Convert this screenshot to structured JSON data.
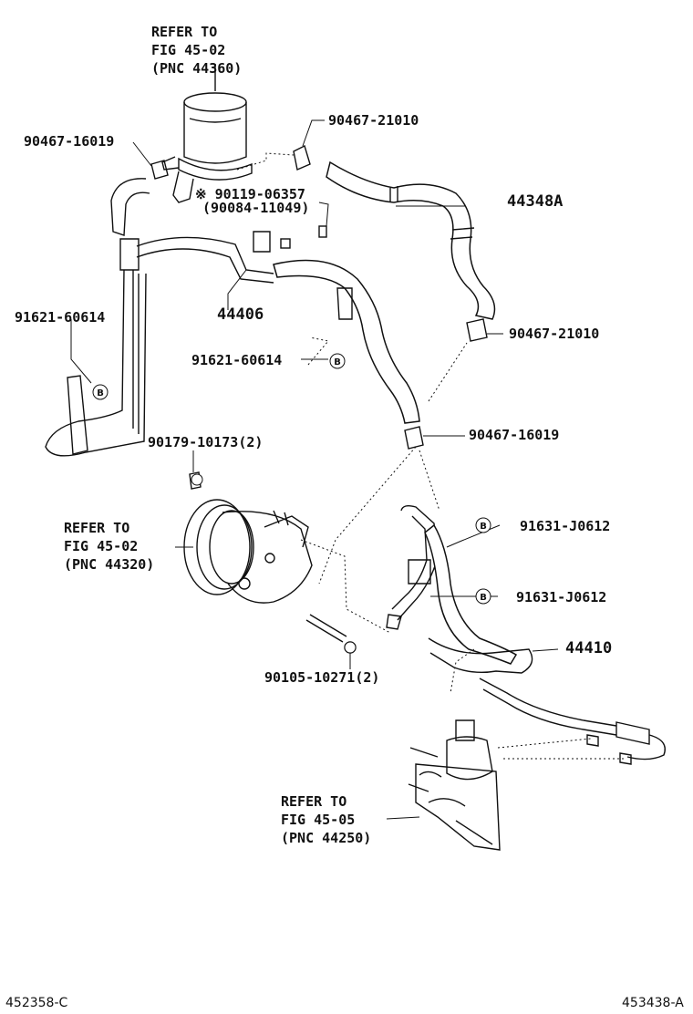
{
  "labels": {
    "reservoir_ref": [
      "REFER TO",
      "FIG 45-02",
      "(PNC 44360)"
    ],
    "pump_ref": [
      "REFER TO",
      "FIG 45-02",
      "(PNC 44320)"
    ],
    "gear_ref": [
      "REFER TO",
      "FIG 45-05",
      "(PNC 44250)"
    ],
    "clamp_16019_top": "90467-16019",
    "clamp_21010_top": "90467-21010",
    "bolt_06357": "※ 90119-06357",
    "bolt_11049": "(90084-11049)",
    "hose_44348a": "44348A",
    "pipe_44406": "44406",
    "bolt_60614_left": "91621-60614",
    "bolt_60614_mid": "91621-60614",
    "clamp_21010_right": "90467-21010",
    "clamp_16019_right": "90467-16019",
    "bolt_10173": "90179-10173(2)",
    "bolt_j0612_a": "91631-J0612",
    "bolt_j0612_b": "91631-J0612",
    "hose_44410": "44410",
    "bolt_10271": "90105-10271(2)"
  },
  "footer": {
    "left_code": "452358-C",
    "right_code": "453438-A"
  },
  "symbols": {
    "bolt_marker": "B"
  }
}
